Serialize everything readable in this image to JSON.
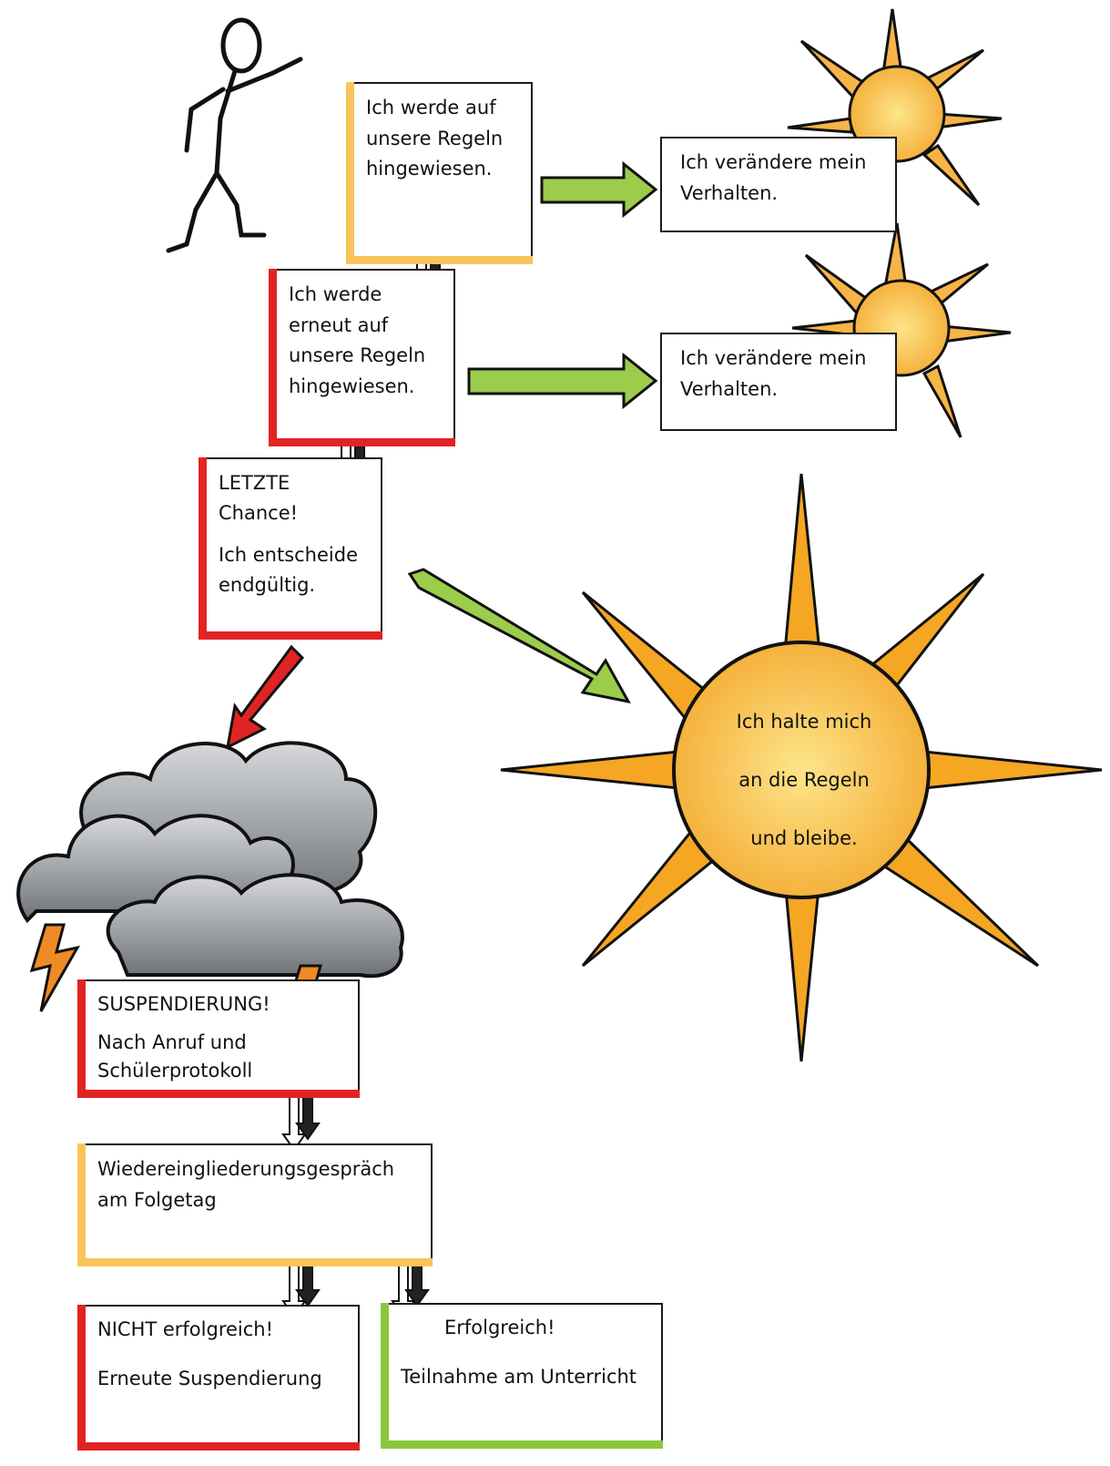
{
  "steps": {
    "first_warning": [
      "Ich werde auf",
      "unsere Regeln",
      "hingewiesen."
    ],
    "second_warning": [
      "Ich werde",
      "erneut auf",
      "unsere Regeln",
      "hingewiesen."
    ],
    "last_chance": [
      "LETZTE",
      "Chance!",
      "",
      "Ich entscheide",
      "endgültig."
    ],
    "suspension": [
      "SUSPENDIERUNG!",
      "",
      "Nach Anruf und",
      "Schülerprotokoll"
    ],
    "reintegration": [
      "Wiedereingliederungsgespräch",
      "am Folgetag"
    ],
    "not_successful": [
      "NICHT erfolgreich!",
      "",
      "Erneute Suspendierung"
    ],
    "successful": [
      "Erfolgreich!",
      "",
      "Teilnahme am Unterricht"
    ]
  },
  "outcomes": {
    "behavior_change_1": [
      "Ich verändere mein",
      "Verhalten."
    ],
    "behavior_change_2": [
      "Ich verändere mein",
      "Verhalten."
    ],
    "stay": [
      "Ich halte mich",
      "an die Regeln",
      "und bleibe."
    ]
  },
  "colors": {
    "yellow": "#f7c55a",
    "red": "#e02424",
    "green": "#8cc63f",
    "sun": "#f5a623",
    "cloud": "#8a8d92"
  }
}
